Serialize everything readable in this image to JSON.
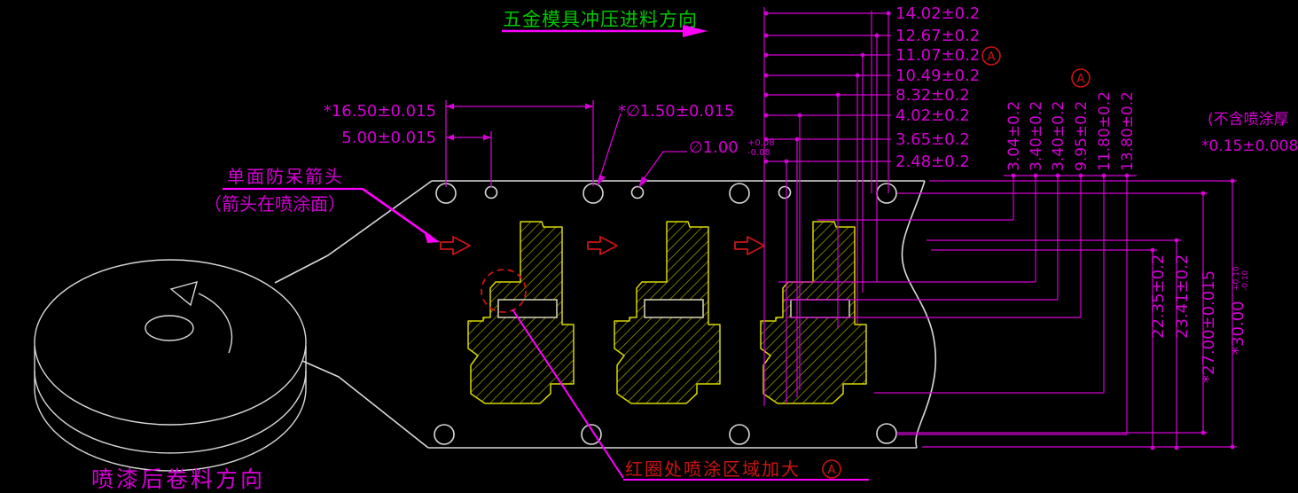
{
  "title": {
    "feed_direction": "五金模具冲压进料方向"
  },
  "notes": {
    "fool_proof_line1": "单面防呆箭头",
    "fool_proof_line2": "（箭头在喷涂面）",
    "coil_direction": "喷漆后卷料方向",
    "red_circle_note": "红圈处喷涂区域加大",
    "coating_exclusion": "(不含喷涂厚",
    "coating_thickness": "*0.15±0.008",
    "datum": "A"
  },
  "dims": {
    "pitch": "*16.50±0.015",
    "hole_spacing": "5.00±0.015",
    "pilot_hole": "*∅1.50±0.015",
    "small_hole": "∅1.00",
    "small_hole_tol_upper": "+0.08",
    "small_hole_tol_lower": "-0.08",
    "top_right": [
      "14.02±0.2",
      "12.67±0.2",
      "11.07±0.2",
      "10.49±0.2",
      "8.32±0.2",
      "4.02±0.2",
      "3.65±0.2",
      "2.48±0.2"
    ],
    "vertical": [
      "3.04±0.2",
      "3.40±0.2",
      "3.40±0.2",
      "9.95±0.2",
      "11.80±0.2",
      "13.80±0.2"
    ],
    "right_side": [
      "22.35±0.2",
      "23.41±0.2",
      "*27.00±0.015"
    ],
    "strip_width": "*30.00",
    "strip_width_tol_upper": "+0.10",
    "strip_width_tol_lower": "-0.10"
  },
  "colors": {
    "background": "#000000",
    "outline_white": "#d9d9d9",
    "dimension_magenta": "#d400d4",
    "leader_magenta": "#ff00ff",
    "title_green": "#00c800",
    "note_red": "#cc1414",
    "part_yellow": "#d8d800",
    "hatch_yellow": "#a6a600"
  }
}
